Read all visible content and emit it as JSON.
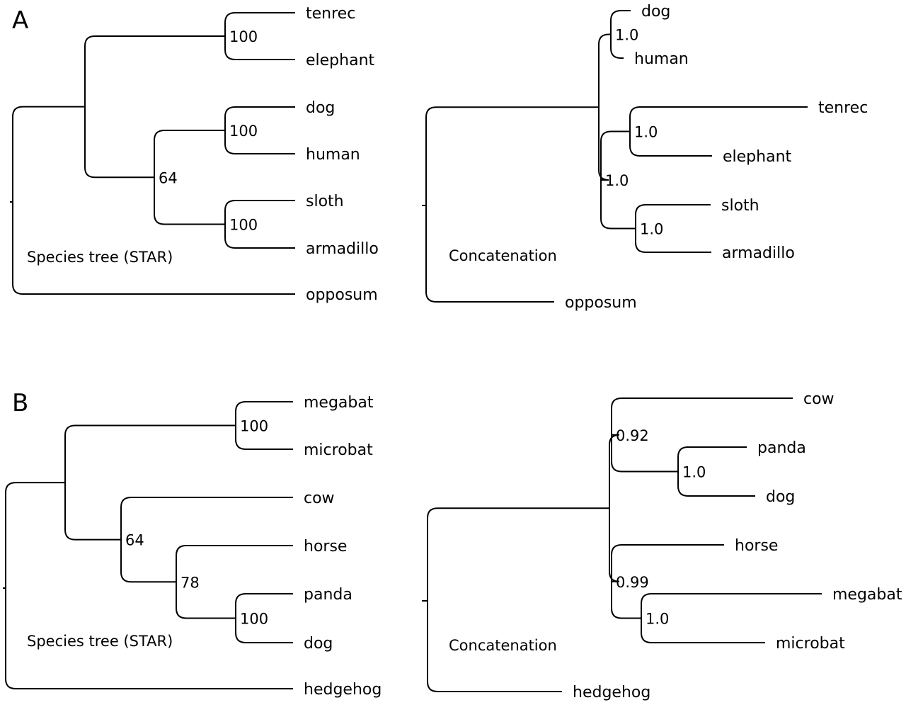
{
  "figure": {
    "panels": [
      {
        "letter": "A",
        "trees": [
          {
            "caption": "Species tree (STAR)",
            "method": "STAR",
            "root": {
              "children": [
                {
                  "support": "",
                  "children": [
                    {
                      "support": "100",
                      "children": [
                        {
                          "leaf": "tenrec"
                        },
                        {
                          "leaf": "elephant"
                        }
                      ]
                    },
                    {
                      "support": "64",
                      "children": [
                        {
                          "support": "100",
                          "children": [
                            {
                              "leaf": "dog"
                            },
                            {
                              "leaf": "human"
                            }
                          ]
                        },
                        {
                          "support": "100",
                          "children": [
                            {
                              "leaf": "sloth"
                            },
                            {
                              "leaf": "armadillo"
                            }
                          ]
                        }
                      ]
                    }
                  ]
                },
                {
                  "leaf": "opposum"
                }
              ]
            }
          },
          {
            "caption": "Concatenation",
            "method": "Concatenation",
            "root": {
              "children": [
                {
                  "support": "",
                  "children": [
                    {
                      "support": "1.0",
                      "children": [
                        {
                          "leaf": "dog"
                        },
                        {
                          "leaf": "human"
                        }
                      ]
                    },
                    {
                      "support": "1.0",
                      "children": [
                        {
                          "support": "1.0",
                          "children": [
                            {
                              "leaf": "tenrec"
                            },
                            {
                              "leaf": "elephant"
                            }
                          ]
                        },
                        {
                          "support": "1.0",
                          "children": [
                            {
                              "leaf": "sloth"
                            },
                            {
                              "leaf": "armadillo"
                            }
                          ]
                        }
                      ]
                    }
                  ]
                },
                {
                  "leaf": "opposum"
                }
              ]
            }
          }
        ]
      },
      {
        "letter": "B",
        "trees": [
          {
            "caption": "Species tree (STAR)",
            "method": "STAR",
            "root": {
              "children": [
                {
                  "support": "",
                  "children": [
                    {
                      "support": "100",
                      "children": [
                        {
                          "leaf": "megabat"
                        },
                        {
                          "leaf": "microbat"
                        }
                      ]
                    },
                    {
                      "support": "64",
                      "children": [
                        {
                          "leaf": "cow"
                        },
                        {
                          "support": "78",
                          "children": [
                            {
                              "leaf": "horse"
                            },
                            {
                              "support": "100",
                              "children": [
                                {
                                  "leaf": "panda"
                                },
                                {
                                  "leaf": "dog"
                                }
                              ]
                            }
                          ]
                        }
                      ]
                    }
                  ]
                },
                {
                  "leaf": "hedgehog"
                }
              ]
            }
          },
          {
            "caption": "Concatenation",
            "method": "Concatenation",
            "root": {
              "children": [
                {
                  "support": "",
                  "children": [
                    {
                      "support": "0.92",
                      "children": [
                        {
                          "leaf": "cow"
                        },
                        {
                          "support": "1.0",
                          "children": [
                            {
                              "leaf": "panda"
                            },
                            {
                              "leaf": "dog"
                            }
                          ]
                        }
                      ]
                    },
                    {
                      "support": "0.99",
                      "children": [
                        {
                          "leaf": "horse"
                        },
                        {
                          "support": "1.0",
                          "children": [
                            {
                              "leaf": "megabat"
                            },
                            {
                              "leaf": "microbat"
                            }
                          ]
                        }
                      ]
                    }
                  ]
                },
                {
                  "leaf": "hedgehog"
                }
              ]
            }
          }
        ]
      }
    ]
  }
}
